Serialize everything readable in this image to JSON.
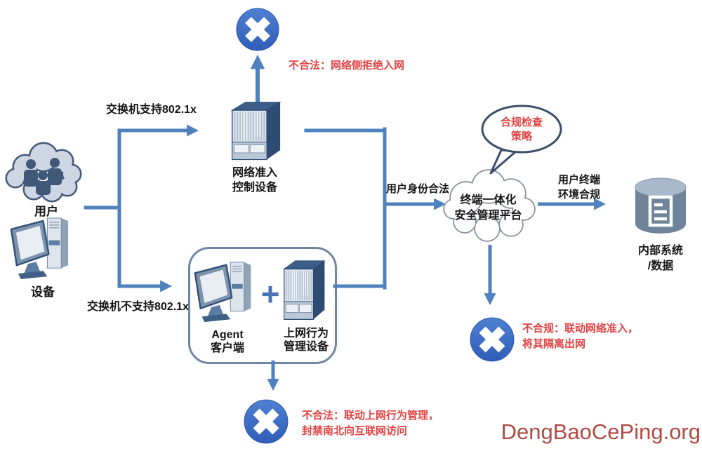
{
  "diagram": {
    "nodes": {
      "users": {
        "label": "用户"
      },
      "device": {
        "label": "设备"
      },
      "nac": {
        "line1": "网络准入",
        "line2": "控制设备"
      },
      "agent": {
        "line1": "Agent",
        "line2": "客户端"
      },
      "behavior": {
        "line1": "上网行为",
        "line2": "管理设备"
      },
      "plus_sign": "+",
      "platform": {
        "line1": "终端一体化",
        "line2": "安全管理平台"
      },
      "internal": {
        "line1": "内部系统",
        "line2": "/数据"
      }
    },
    "edges": {
      "switch_supported": "交换机支持802.1x",
      "switch_unsupported": "交换机不支持802.1x",
      "identity_legal": "用户身份合法",
      "env_compliant_line1": "用户终端",
      "env_compliant_line2": "环境合规"
    },
    "callout": {
      "line1": "合规检查",
      "line2": "策略"
    },
    "annotations": {
      "network_reject": "不合法：网络侧拒绝入网",
      "noncompliant_line1": "不合规：联动网络准入，",
      "noncompliant_line2": "将其隔离出网",
      "illegal_line1": "不合法：联动上网行为管理，",
      "illegal_line2": "封禁南北向互联网访问"
    },
    "watermark": "DengBaoCePing.org",
    "colors": {
      "arrow_blue": "#4f81bd",
      "x_badge_blue": "#3a67c0",
      "annotation_red": "#e04343",
      "label_black": "#151515",
      "watermark_red": "#b04a42"
    }
  }
}
